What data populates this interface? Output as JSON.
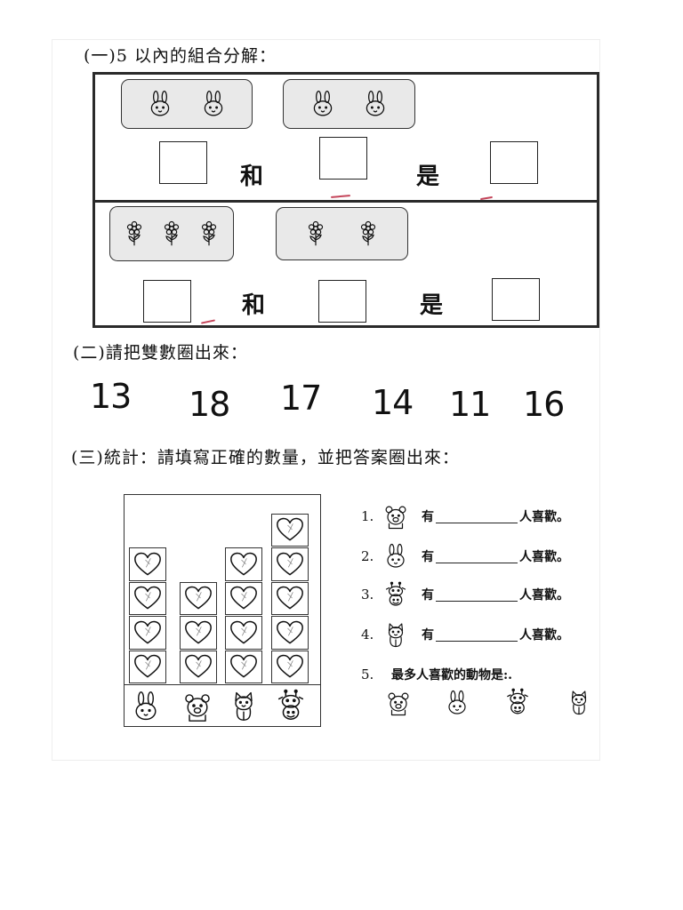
{
  "section1": {
    "heading": "(一)5 以內的組合分解：",
    "row1": {
      "and_label": "和",
      "is_label": "是",
      "group_a_icons": [
        "rabbit-icon",
        "rabbit-icon"
      ],
      "group_b_icons": [
        "rabbit-icon",
        "rabbit-icon"
      ]
    },
    "row2": {
      "and_label": "和",
      "is_label": "是",
      "group_a_icons": [
        "flower-icon",
        "flower-icon",
        "flower-icon"
      ],
      "group_b_icons": [
        "flower-icon",
        "flower-icon"
      ]
    }
  },
  "section2": {
    "heading": "(二)請把雙數圈出來：",
    "numbers": [
      "13",
      "18",
      "17",
      "14",
      "11",
      "16"
    ]
  },
  "section3": {
    "heading": "(三)統計：請填寫正確的數量，並把答案圈出來：",
    "chart_data": {
      "type": "bar",
      "categories": [
        "rabbit",
        "bear",
        "cat",
        "giraffe"
      ],
      "values": [
        4,
        3,
        4,
        5
      ],
      "ylim": [
        0,
        5
      ],
      "grid": false,
      "unit_icon": "heart-icon"
    },
    "questions": [
      {
        "num": "1.",
        "icon": "bear-icon",
        "has": "有",
        "suffix": "人喜歡。"
      },
      {
        "num": "2.",
        "icon": "rabbit-icon",
        "has": "有",
        "suffix": "人喜歡。"
      },
      {
        "num": "3.",
        "icon": "giraffe-icon",
        "has": "有",
        "suffix": "人喜歡。"
      },
      {
        "num": "4.",
        "icon": "cat-icon",
        "has": "有",
        "suffix": "人喜歡。"
      }
    ],
    "q5": {
      "num": "5.",
      "text": "最多人喜歡的動物是:.",
      "options": [
        "bear-icon",
        "rabbit-icon",
        "giraffe-icon",
        "cat-icon"
      ]
    }
  },
  "colors": {
    "ink": "#111111",
    "box_fill": "#e9e9e9",
    "red_mark": "#c4455a"
  }
}
